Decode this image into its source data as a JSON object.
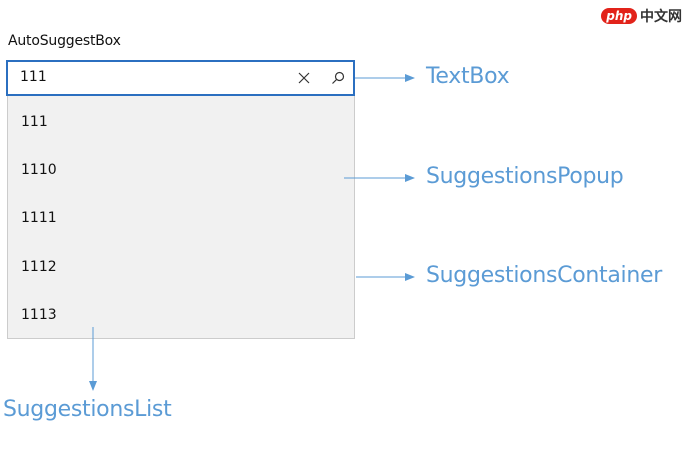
{
  "watermark": {
    "logo": "php",
    "text": "中文网"
  },
  "control": {
    "header": "AutoSuggestBox",
    "textbox_value": "111",
    "clear_icon": "close-icon",
    "search_icon": "search-icon"
  },
  "suggestions": [
    "111",
    "1110",
    "1111",
    "1112",
    "1113"
  ],
  "callouts": {
    "textbox": "TextBox",
    "popup": "SuggestionsPopup",
    "container": "SuggestionsContainer",
    "list": "SuggestionsList"
  },
  "colors": {
    "accent_border": "#2b6fc0",
    "callout": "#5b9bd5",
    "popup_bg": "#f1f1f1"
  }
}
